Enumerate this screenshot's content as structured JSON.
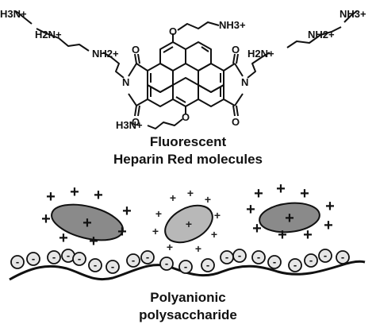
{
  "labels": {
    "ammonium_1": "H3N+",
    "ammonium_2": "H2N+",
    "ammonium_3": "NH2+",
    "ammonium_top": "NH3+",
    "ammonium_right_1": "NH3+",
    "ammonium_right_2": "NH2+",
    "ammonium_right_3": "H2N+",
    "ammonium_bottom": "H3N+",
    "atom_O": "O",
    "atom_N": "N",
    "plus_sign": "+",
    "minus_sign": "-"
  },
  "caption_top": {
    "line1": "Fluorescent",
    "line2": "Heparin Red molecules"
  },
  "caption_bottom": {
    "line1": "Polyanionic",
    "line2": "polysaccharide"
  },
  "colors": {
    "ink": "#111111",
    "ellipse_dark": "#8a8a8a",
    "ellipse_light": "#b8b8b8",
    "anion_fill": "#e6e6e6"
  }
}
